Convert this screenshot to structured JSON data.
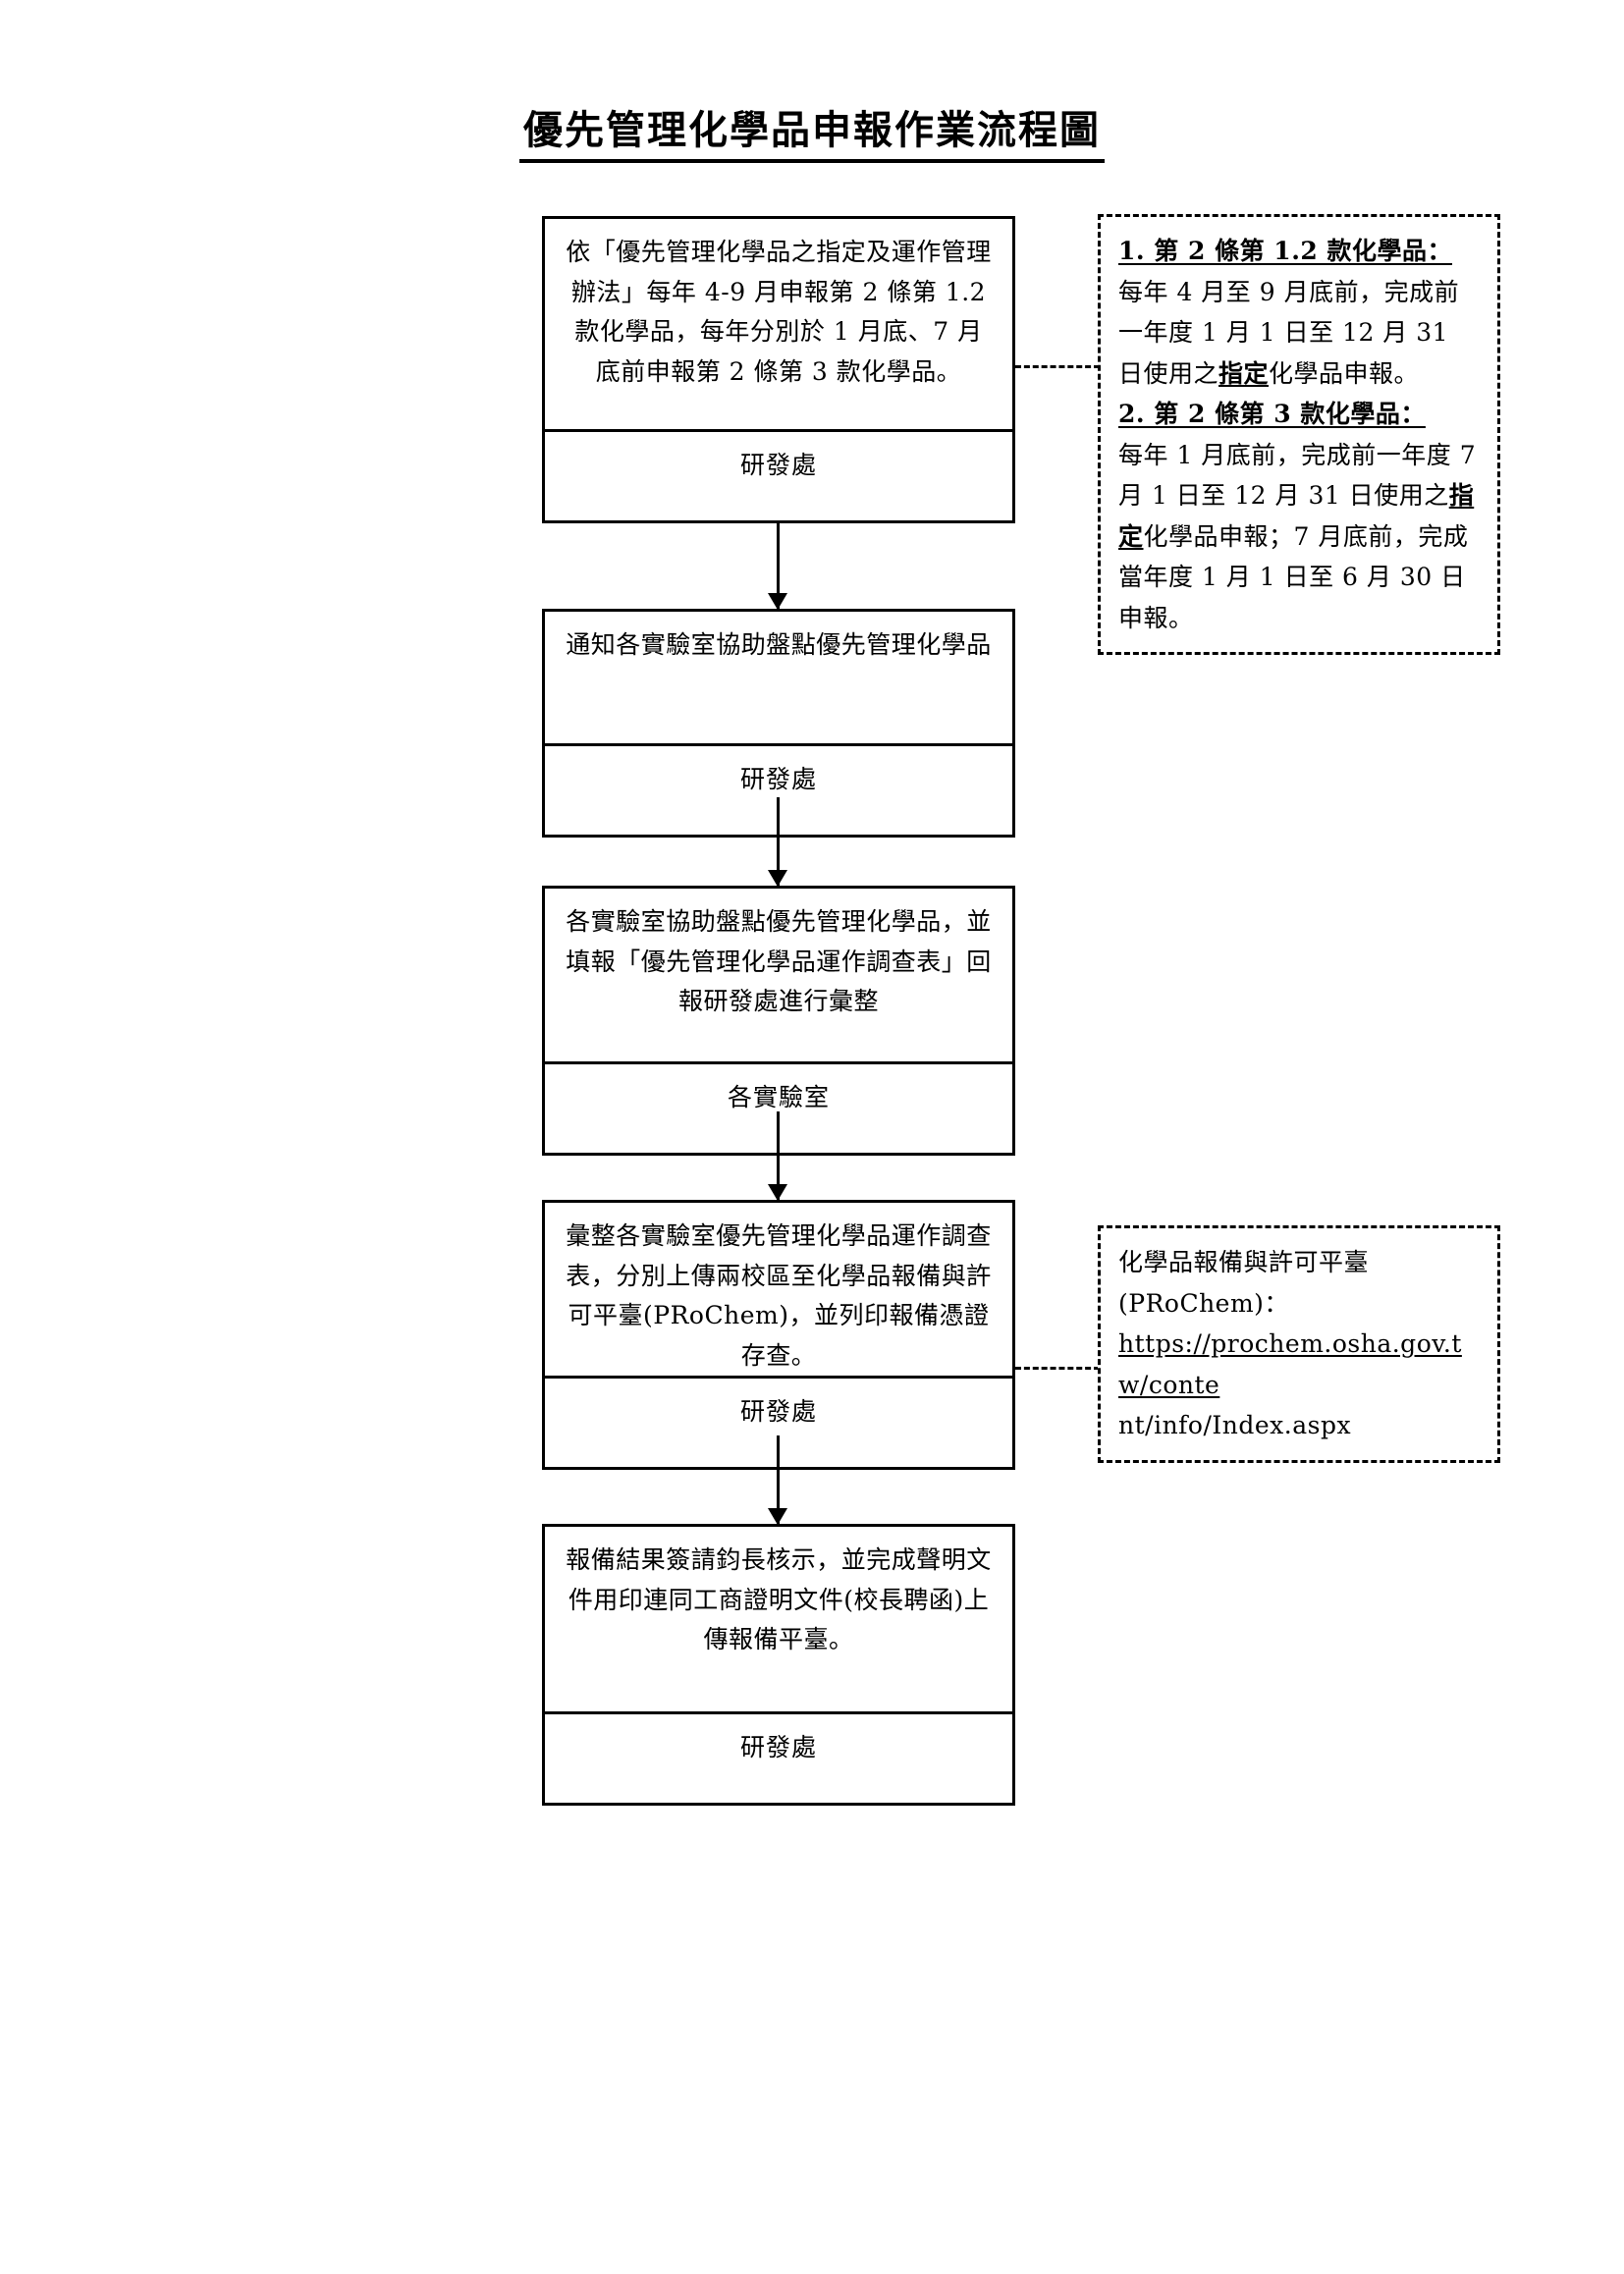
{
  "document": {
    "title": "優先管理化學品申報作業流程圖"
  },
  "flow": {
    "nodes": [
      {
        "id": "node-1",
        "body": "依「優先管理化學品之指定及運作管理辦法」每年 4-9 月申報第 2 條第 1.2 款化學品，每年分別於 1 月底、7 月底前申報第 2 條第 3 款化學品。",
        "role": "研發處"
      },
      {
        "id": "node-2",
        "body": "通知各實驗室協助盤點優先管理化學品",
        "role": "研發處"
      },
      {
        "id": "node-3",
        "body": "各實驗室協助盤點優先管理化學品，並填報「優先管理化學品運作調查表」回報研發處進行彙整",
        "role": "各實驗室"
      },
      {
        "id": "node-4",
        "body": "彙整各實驗室優先管理化學品運作調查表，分別上傳兩校區至化學品報備與許可平臺(PRoChem)，並列印報備憑證存查。",
        "role": "研發處"
      },
      {
        "id": "node-5",
        "body": "報備結果簽請鈞長核示，並完成聲明文件用印連同工商證明文件(校長聘函)上傳報備平臺。",
        "role": "研發處"
      }
    ]
  },
  "notes": {
    "deadline_note": {
      "item1_heading": "1. 第 2 條第 1.2 款化學品：",
      "item1_text_a": "每年 4 月至 9 月底前，完成前一年度 1 月 1 日至 12 月 31 日使用之",
      "item1_emph": "指定",
      "item1_text_b": "化學品申報。",
      "item2_heading": "2. 第 2 條第 3 款化學品：",
      "item2_text_a": "每年 1 月底前，完成前一年度 7 月 1 日至 12 月 31 日使用之",
      "item2_emph": "指定",
      "item2_text_b": "化學品申報；7 月底前，完成當年度 1 月 1 日至 6 月 30 日申報。"
    },
    "platform_note": {
      "label": "化學品報備與許可平臺",
      "label2": "(PRoChem)：",
      "url_line1": "https://prochem.osha.gov.tw/conte",
      "url_line2": "nt/info/Index.aspx"
    }
  }
}
